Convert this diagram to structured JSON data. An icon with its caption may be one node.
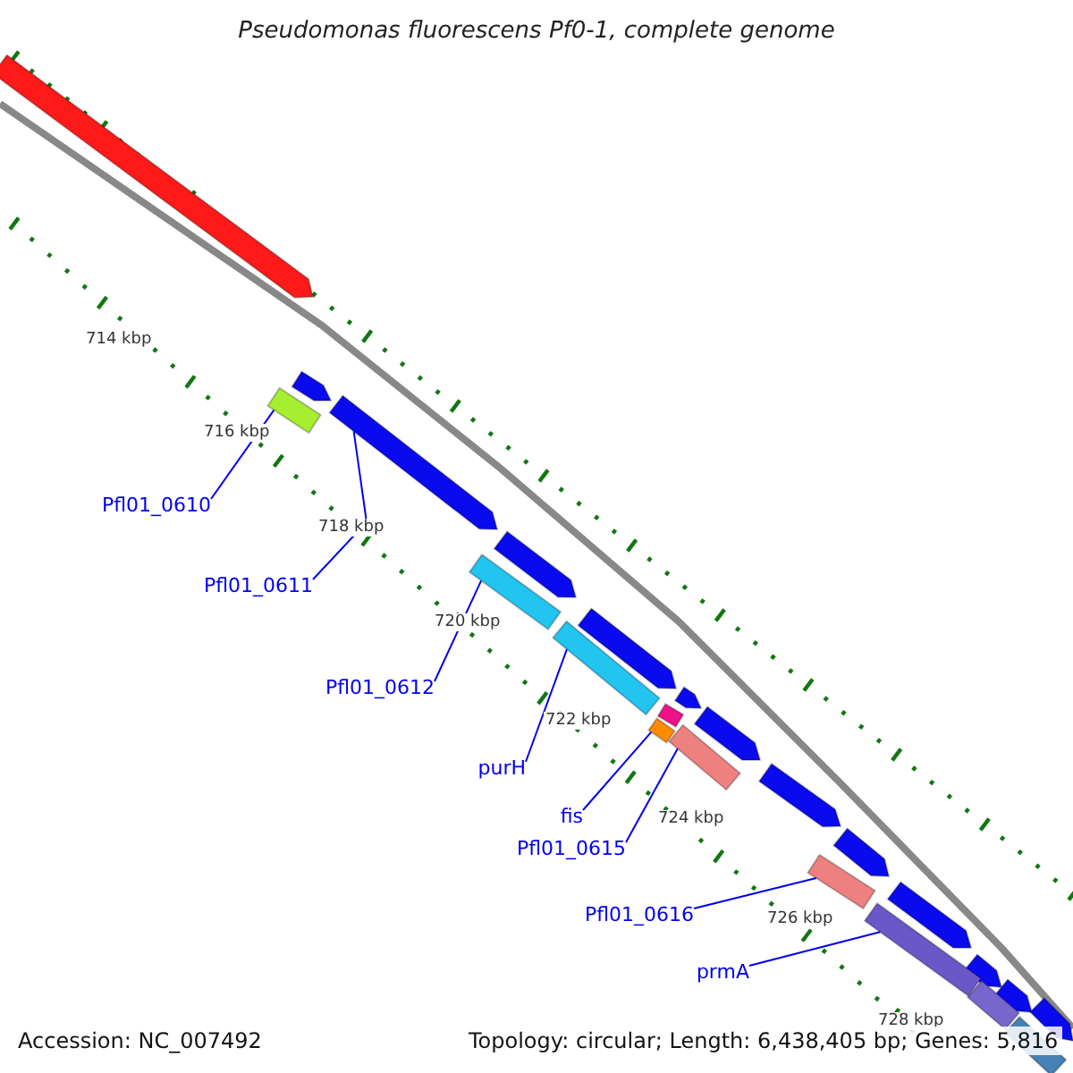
{
  "diagram": {
    "title": "Pseudomonas fluorescens Pf0-1, complete genome",
    "nodes": [
      {
        "text": [
          "Pfl01_0610"
        ]
      },
      {
        "text": [
          "Pfl01_0611"
        ]
      },
      {
        "text": [
          "Pfl01_0612"
        ]
      },
      {
        "text": [
          "purH"
        ]
      },
      {
        "text": [
          "fis"
        ]
      },
      {
        "text": [
          "Pfl01_0615"
        ]
      },
      {
        "text": [
          "Pfl01_0616"
        ]
      },
      {
        "text": [
          "prmA"
        ]
      },
      {
        "text": [],
        "shape": "bar"
      },
      {
        "text": [],
        "shape": "bar"
      },
      {
        "text": [],
        "shape": "bar"
      },
      {
        "text": [],
        "shape": "bar"
      },
      {
        "text": [],
        "shape": "bar"
      },
      {
        "text": [],
        "shape": "bar"
      },
      {
        "text": [],
        "shape": "bar"
      },
      {
        "text": [],
        "shape": "bar"
      }
    ],
    "edges": [
      {
        "from": 0,
        "to": 8,
        "arrow": "none"
      },
      {
        "from": 1,
        "to": 9,
        "arrow": "none"
      },
      {
        "from": 2,
        "to": 10,
        "arrow": "none"
      },
      {
        "from": 3,
        "to": 11,
        "arrow": "none"
      },
      {
        "from": 4,
        "to": 12,
        "arrow": "none"
      },
      {
        "from": 5,
        "to": 13,
        "arrow": "none"
      },
      {
        "from": 6,
        "to": 14,
        "arrow": "none"
      },
      {
        "from": 7,
        "to": 15,
        "arrow": "none"
      }
    ],
    "labels": [
      "714 kbp",
      "716 kbp",
      "718 kbp",
      "720 kbp",
      "722 kbp",
      "724 kbp",
      "726 kbp",
      "728 kbp",
      "Accession: NC_007492",
      "Topology: circular; Length: 6,438,405 bp; Genes: 5,816"
    ]
  }
}
